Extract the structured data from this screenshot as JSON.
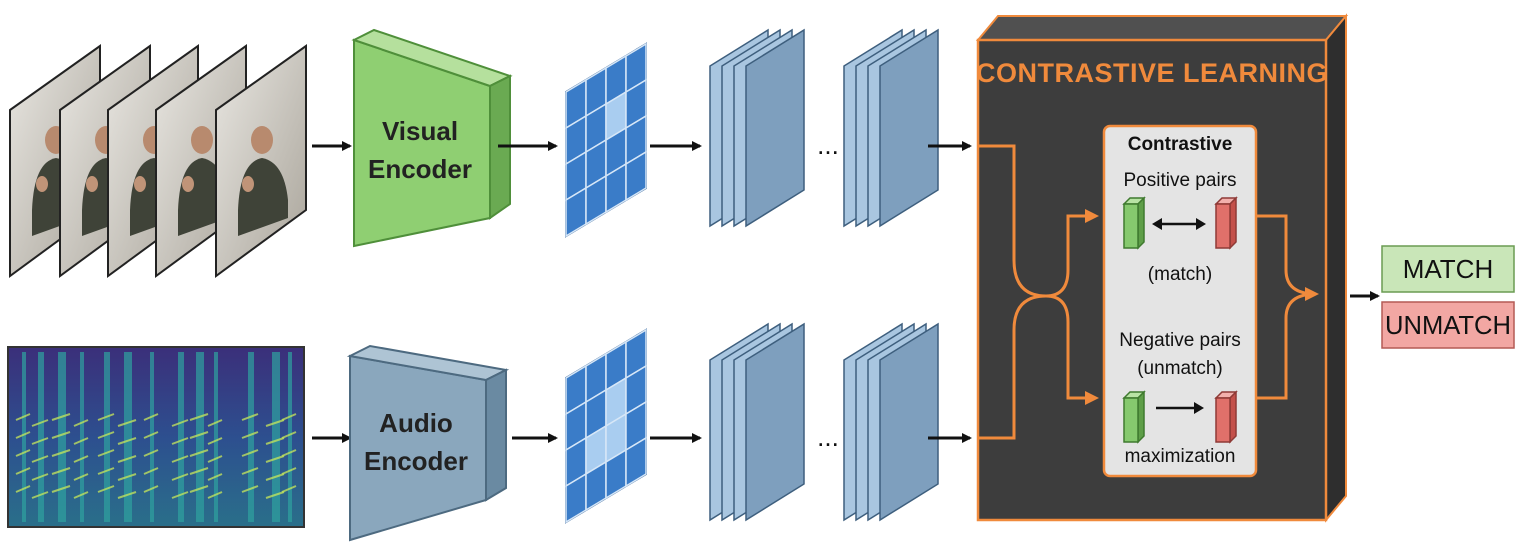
{
  "encoders": {
    "visual_label_line1": "Visual",
    "visual_label_line2": "Encoder",
    "audio_label_line1": "Audio",
    "audio_label_line2": "Encoder"
  },
  "ellipsis": "...",
  "contrastive_block": {
    "title": "CONTRASTIVE LEARNING",
    "inner_title": "Contrastive",
    "positive_label": "Positive pairs",
    "positive_sub": "(match)",
    "negative_label": "Negative pairs",
    "negative_sub": "(unmatch)",
    "negative_foot": "maximization"
  },
  "outputs": {
    "match": "MATCH",
    "unmatch": "UNMATCH"
  },
  "colors": {
    "visual_encoder": "#8fcf72",
    "audio_encoder": "#8aa7bd",
    "feature_grid": "#3a7cc8",
    "feature_grid_highlight": "#a9cdf0",
    "feature_layer": "#a9c6e0",
    "block_bg": "#3d3d3d",
    "block_accent": "#f08a3c",
    "inner_panel": "#e4e4e4",
    "positive_cube": "#86c96e",
    "negative_cube": "#e0706a",
    "match_box": "#c9e6b8",
    "unmatch_box": "#f2a7a3"
  },
  "icons": [
    "video-frames-image",
    "spectrogram-image",
    "arrow-icon",
    "double-arrow-icon"
  ]
}
